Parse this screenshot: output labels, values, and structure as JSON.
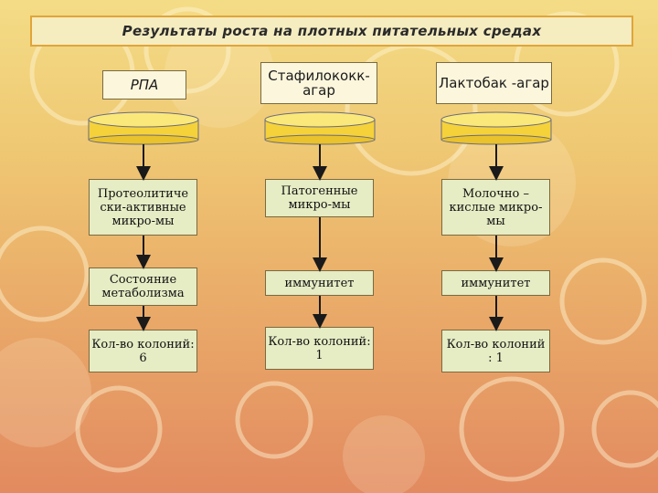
{
  "title": "Результаты роста на плотных питательных средах",
  "columns": [
    {
      "header": "РПА",
      "nodes": [
        "Протеолитиче ски-активные микро-мы",
        "Состояние метаболизма",
        "Кол-во колоний: 6"
      ]
    },
    {
      "header": "Стафилококк- агар",
      "nodes": [
        "Патогенные микро-мы",
        "иммунитет",
        "Кол-во колоний: 1"
      ]
    },
    {
      "header": "Лактобак -агар",
      "nodes": [
        "Молочно – кислые микро-мы",
        "иммунитет",
        "Кол-во колоний : 1"
      ]
    }
  ],
  "colors": {
    "dish_fill": "#f5d23a",
    "node_fill": "#e6ecc4",
    "header_fill": "#fbf6dc",
    "title_border": "#e0a53a"
  }
}
